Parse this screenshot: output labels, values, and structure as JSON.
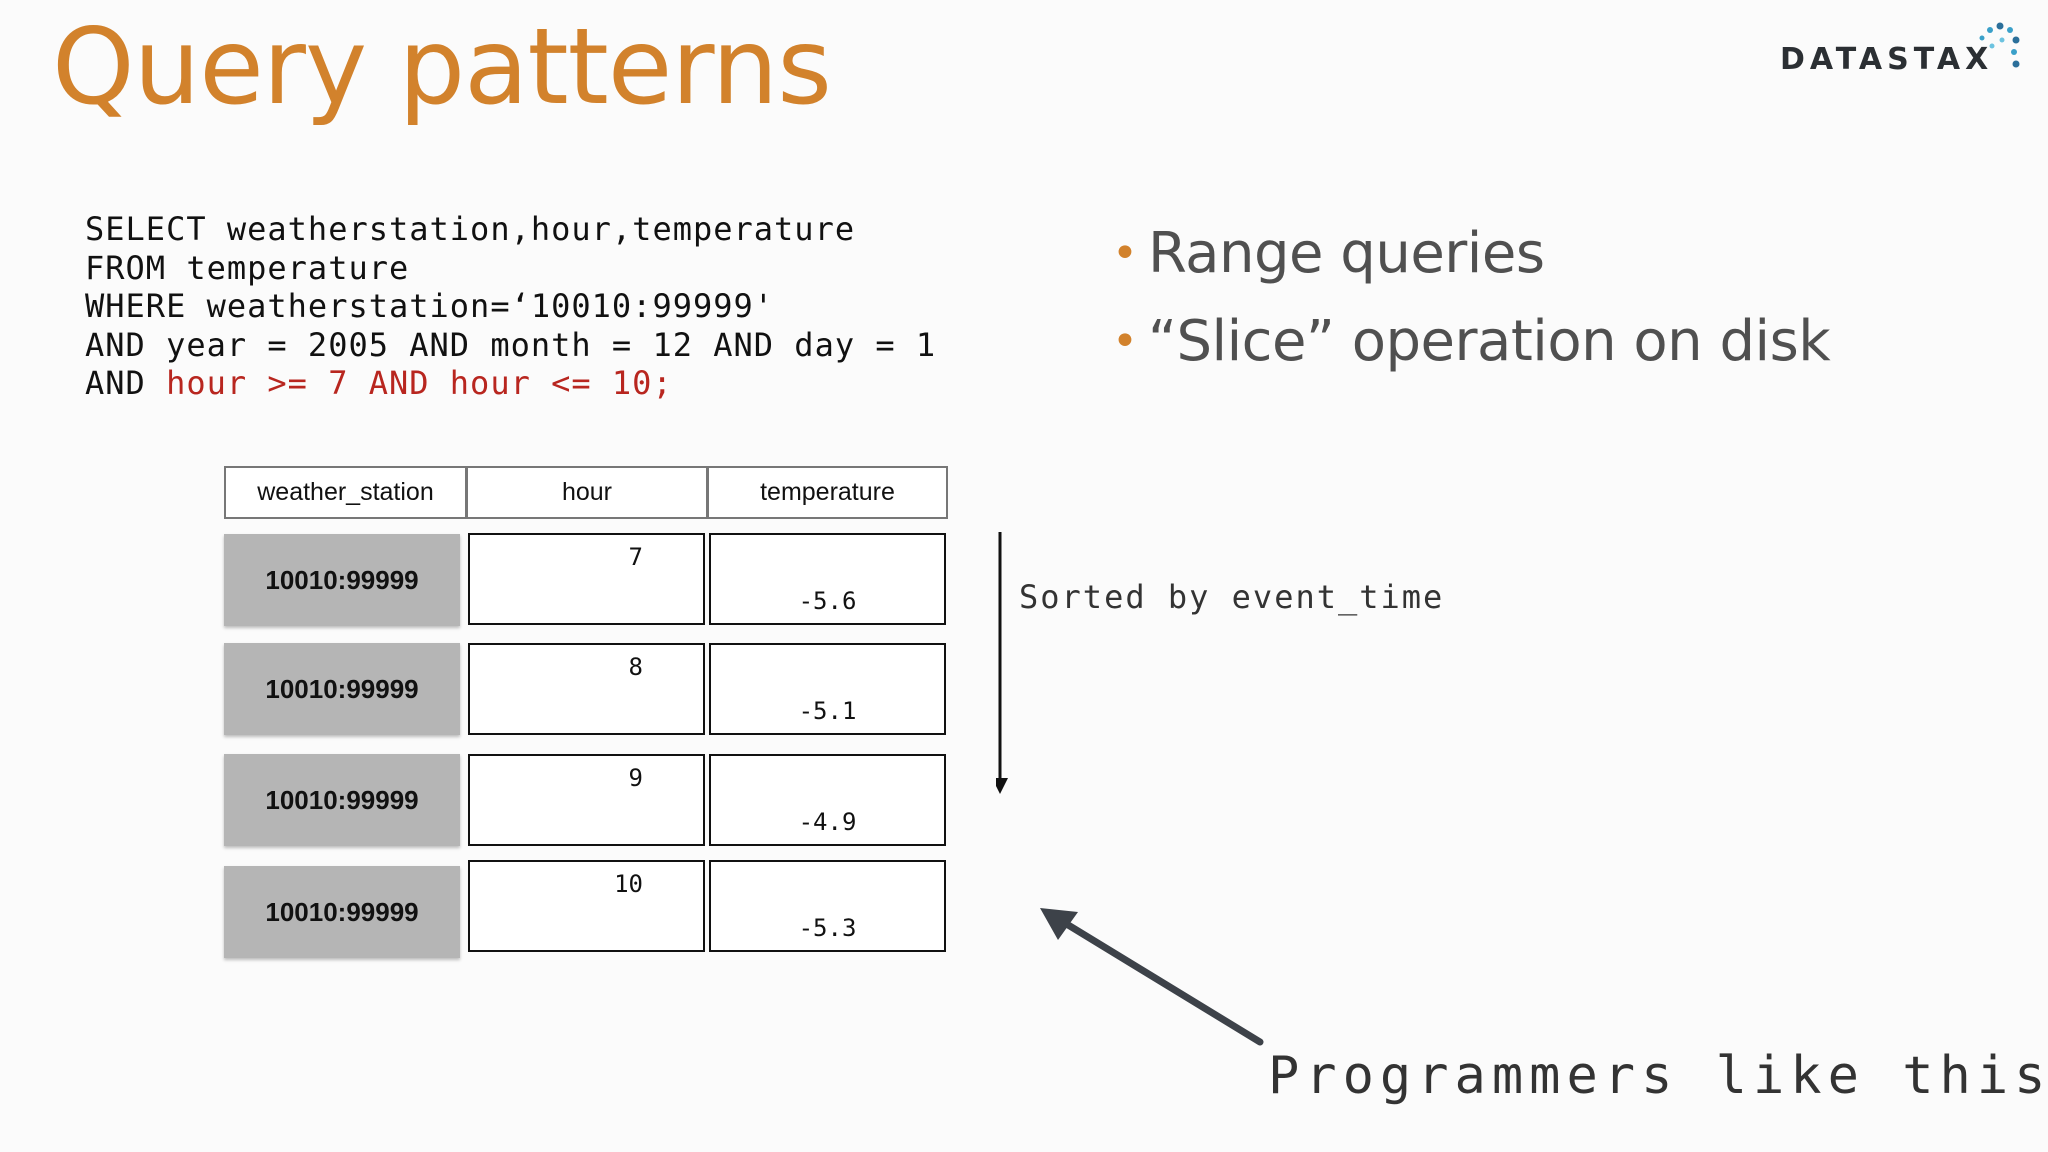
{
  "slide": {
    "title": "Query patterns",
    "logo_text": "DATASTAX"
  },
  "code": {
    "line1": "SELECT weatherstation,hour,temperature",
    "line2": "FROM temperature",
    "line3": "WHERE weatherstation=‘10010:99999'",
    "line4": "AND year = 2005 AND month = 12 AND day = 1",
    "line5_prefix": "AND ",
    "line5_highlight": "hour >= 7 AND hour <= 10;"
  },
  "bullets": [
    "Range queries",
    "“Slice” operation on disk"
  ],
  "table": {
    "headers": [
      "weather_station",
      "hour",
      "temperature"
    ],
    "rows": [
      {
        "station": "10010:99999",
        "hour": "7",
        "temperature": "-5.6"
      },
      {
        "station": "10010:99999",
        "hour": "8",
        "temperature": "-5.1"
      },
      {
        "station": "10010:99999",
        "hour": "9",
        "temperature": "-4.9"
      },
      {
        "station": "10010:99999",
        "hour": "10",
        "temperature": "-5.3"
      }
    ]
  },
  "annotations": {
    "sorted_label": "Sorted by event_time",
    "programmers_label": "Programmers like this"
  },
  "colors": {
    "accent": "#d2822c",
    "highlight": "#b8261f"
  }
}
